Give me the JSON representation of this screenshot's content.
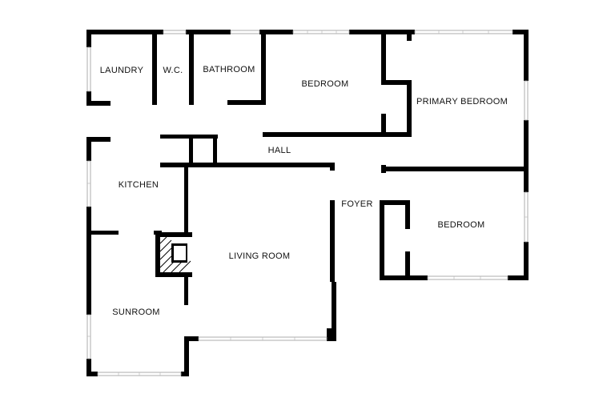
{
  "floor_plan": {
    "rooms": [
      {
        "id": "laundry",
        "label": "LAUNDRY"
      },
      {
        "id": "wc",
        "label": "W.C."
      },
      {
        "id": "bathroom",
        "label": "BATHROOM"
      },
      {
        "id": "bedroom_top",
        "label": "BEDROOM"
      },
      {
        "id": "primary_bedroom",
        "label": "PRIMARY BEDROOM"
      },
      {
        "id": "hall",
        "label": "HALL"
      },
      {
        "id": "kitchen",
        "label": "KITCHEN"
      },
      {
        "id": "foyer",
        "label": "FOYER"
      },
      {
        "id": "bedroom_right",
        "label": "BEDROOM"
      },
      {
        "id": "living_room",
        "label": "LIVING ROOM"
      },
      {
        "id": "sunroom",
        "label": "SUNROOM"
      }
    ],
    "colors": {
      "wall": "#000000",
      "background": "#ffffff",
      "window_frame": "#9a9a9a"
    }
  }
}
